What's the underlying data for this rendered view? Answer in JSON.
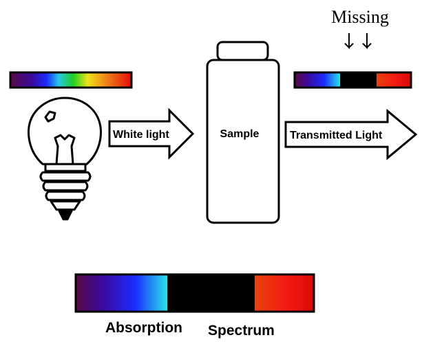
{
  "labels": {
    "missing": "Missing",
    "white_light": "White light",
    "sample": "Sample",
    "transmitted_light": "Transmitted Light",
    "absorption": "Absorption",
    "spectrum": "Spectrum"
  },
  "colors": {
    "outline": "#000000",
    "background": "#ffffff",
    "purple": "#6a0a55",
    "violet": "#3a0a8a",
    "blue": "#1a2cff",
    "cyan": "#27e6e6",
    "green": "#1fcf1f",
    "yellow": "#f2e21a",
    "orange": "#f08a1a",
    "red": "#f21212",
    "orange_red": "#f23a12",
    "black_band": "#000000"
  },
  "icons": {
    "light_source": "light-bulb-icon",
    "missing_pointer": "double-down-arrow-icon"
  }
}
